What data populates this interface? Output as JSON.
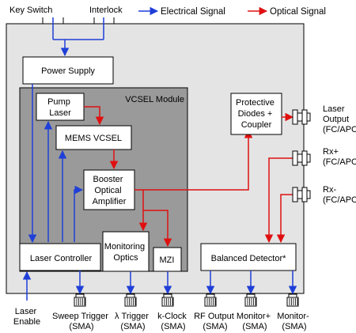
{
  "legend": {
    "electrical": "Electrical Signal",
    "optical": "Optical Signal",
    "electrical_color": "#1f3fd8",
    "optical_color": "#e01010"
  },
  "colors": {
    "chassis": "#e4e4e4",
    "module": "#9a9a9a",
    "box_fill": "#ffffff",
    "stroke": "#000000"
  },
  "inputs": {
    "key_switch": "Key Switch",
    "interlock": "Interlock"
  },
  "blocks": {
    "power_supply": "Power Supply",
    "vcsel_module": "VCSEL Module",
    "pump_laser": [
      "Pump",
      "Laser"
    ],
    "mems_vcsel": "MEMS VCSEL",
    "booster_amplifier": [
      "Booster",
      "Optical",
      "Amplifier"
    ],
    "laser_controller": "Laser Controller",
    "monitoring_optics": [
      "Monitoring",
      "Optics"
    ],
    "mzi": "MZI",
    "protective_diodes": [
      "Protective",
      "Diodes +",
      "Coupler"
    ],
    "balanced_detector": "Balanced Detector*"
  },
  "ports_right": {
    "laser_output": [
      "Laser",
      "Output",
      "(FC/APC)"
    ],
    "rx_plus": [
      "Rx+",
      "(FC/APC)"
    ],
    "rx_minus": [
      "Rx-",
      "(FC/APC)"
    ]
  },
  "ports_bottom": {
    "laser_enable": [
      "Laser",
      "Enable"
    ],
    "sweep_trigger": [
      "Sweep Trigger",
      "(SMA)"
    ],
    "lambda_trigger": [
      "λ Trigger",
      "(SMA)"
    ],
    "k_clock": [
      "k-Clock",
      "(SMA)"
    ],
    "rf_output": [
      "RF Output",
      "(SMA)"
    ],
    "monitor_plus": [
      "Monitor+",
      "(SMA)"
    ],
    "monitor_minus": [
      "Monitor-",
      "(SMA)"
    ]
  }
}
